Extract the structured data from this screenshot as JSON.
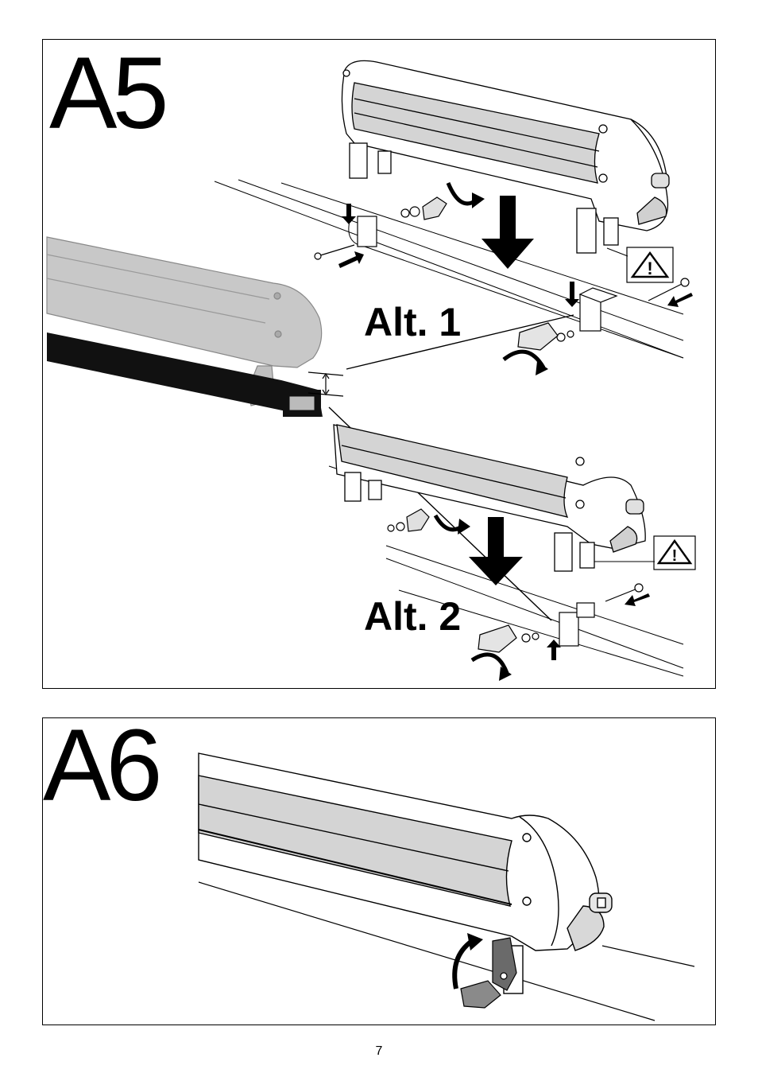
{
  "step_a5": {
    "label": "A5"
  },
  "alternatives": {
    "alt1": "Alt. 1",
    "alt2": "Alt. 2"
  },
  "step_a6": {
    "label": "A6"
  },
  "warning": {
    "symbol": "!"
  },
  "page": {
    "number": "7"
  },
  "colors": {
    "line": "#000000",
    "panel_fill": "#d4d4d4",
    "ghost_gray": "#c8c8c8",
    "bar_black": "#111111",
    "latch_dark": "#6a6a6a"
  }
}
